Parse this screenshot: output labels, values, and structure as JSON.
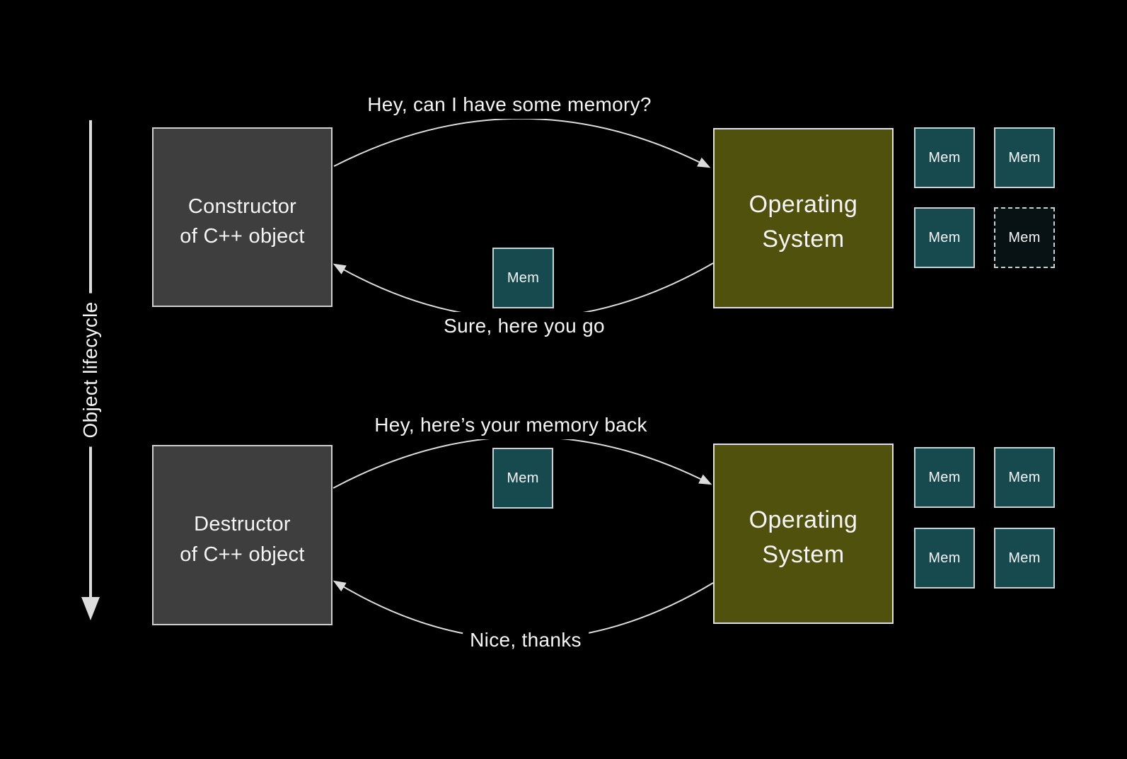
{
  "colors": {
    "background": "#000000",
    "actor_fill": "#3e3e3e",
    "actor_border": "#cfcfcf",
    "os_fill": "#50510d",
    "os_border": "#e0e0e0",
    "mem_fill": "#164a4f",
    "mem_border": "#c6d2d4",
    "mem_freed_fill": "#081214",
    "arrow": "#dcdcdc",
    "text": "#f5f5f5"
  },
  "axis": {
    "label": "Object lifecycle"
  },
  "construction": {
    "actor_line1": "Constructor",
    "actor_line2": "of C++ object",
    "request_message": "Hey, can I have some memory?",
    "response_message": "Sure, here you go",
    "transfer_mem_label": "Mem",
    "os_line1": "Operating",
    "os_line2": "System",
    "mem_grid": [
      {
        "label": "Mem",
        "state": "available"
      },
      {
        "label": "Mem",
        "state": "available"
      },
      {
        "label": "Mem",
        "state": "available"
      },
      {
        "label": "Mem",
        "state": "lent-out"
      }
    ]
  },
  "destruction": {
    "actor_line1": "Destructor",
    "actor_line2": "of C++ object",
    "request_message": "Hey, here’s your memory back",
    "response_message": "Nice, thanks",
    "transfer_mem_label": "Mem",
    "os_line1": "Operating",
    "os_line2": "System",
    "mem_grid": [
      {
        "label": "Mem",
        "state": "available"
      },
      {
        "label": "Mem",
        "state": "available"
      },
      {
        "label": "Mem",
        "state": "available"
      },
      {
        "label": "Mem",
        "state": "available"
      }
    ]
  }
}
